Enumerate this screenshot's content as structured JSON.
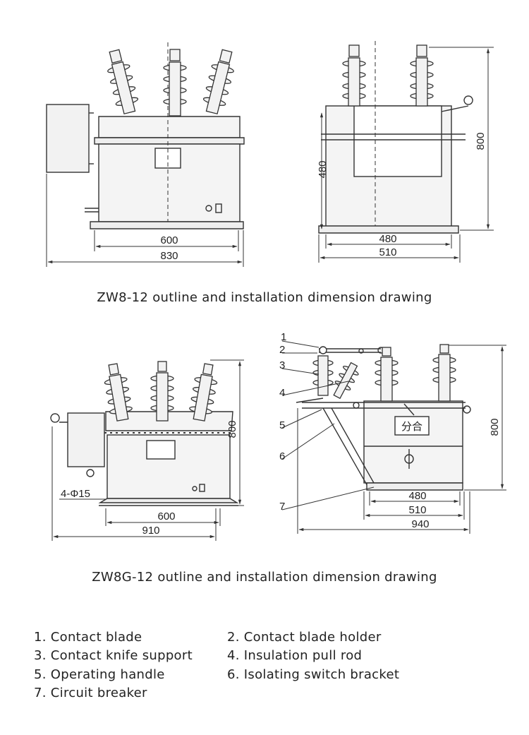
{
  "top_drawing": {
    "caption": "ZW8-12 outline and installation dimension drawing",
    "front_dims": {
      "inner_width": "600",
      "outer_width": "830"
    },
    "side_dims": {
      "height": "800",
      "mid_height": "480",
      "inner_width": "480",
      "outer_width": "510"
    }
  },
  "bottom_drawing": {
    "caption": "ZW8G-12 outline and installation dimension drawing",
    "front_dims": {
      "height": "800",
      "mount_holes": "4-Φ15",
      "inner_width": "600",
      "outer_width": "910"
    },
    "side_dims": {
      "height": "800",
      "inner_width": "480",
      "mid_width": "510",
      "outer_width": "940",
      "panel_label": "分合"
    },
    "callouts": [
      "1",
      "2",
      "3",
      "4",
      "5",
      "6",
      "7"
    ]
  },
  "legend": [
    "1. Contact blade",
    "2. Contact blade holder",
    "3. Contact knife support",
    "4. Insulation pull rod",
    "5. Operating handle",
    "6. Isolating switch bracket",
    "7. Circuit breaker"
  ],
  "colors": {
    "line": "#333333",
    "fill": "#f2f2f2",
    "text": "#222222"
  }
}
